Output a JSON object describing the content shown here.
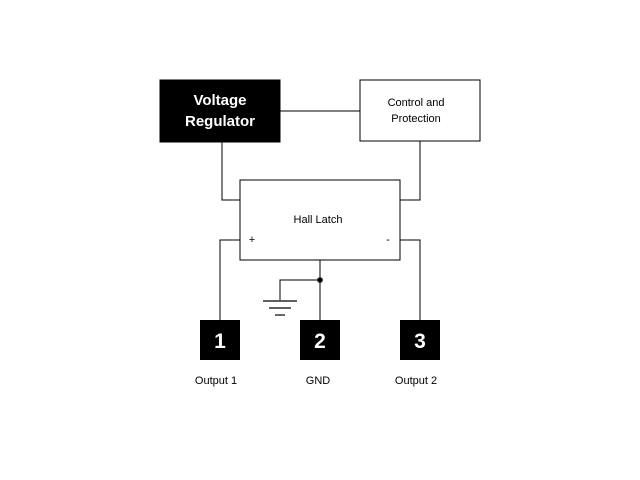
{
  "blocks": {
    "voltage_regulator": {
      "line1": "Voltage",
      "line2": "Regulator"
    },
    "control_protection": {
      "line1": "Control and",
      "line2": "Protection"
    },
    "hall_latch": {
      "label": "Hall Latch",
      "plus": "+",
      "minus": "-"
    }
  },
  "pins": [
    {
      "number": "1",
      "label": "Output 1"
    },
    {
      "number": "2",
      "label": "GND"
    },
    {
      "number": "3",
      "label": "Output 2"
    }
  ],
  "colors": {
    "ink": "#000000",
    "background": "#ffffff"
  }
}
